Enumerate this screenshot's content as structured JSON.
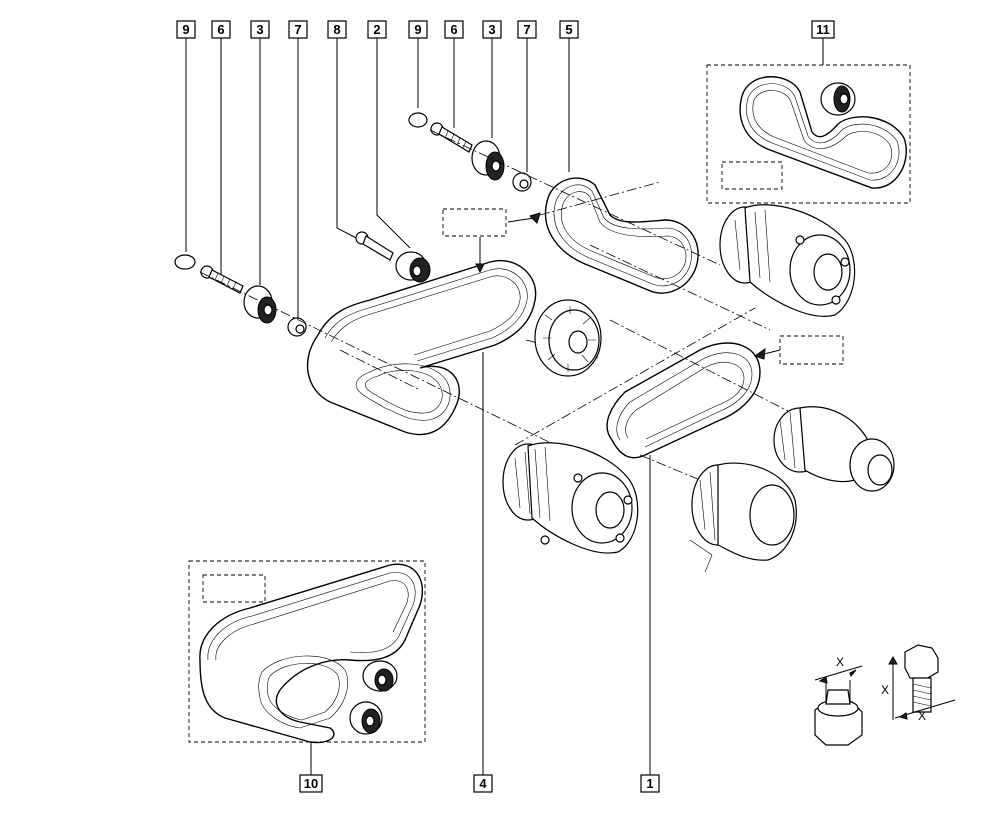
{
  "callouts": {
    "top_row_left": [
      "9",
      "6",
      "3",
      "7",
      "8",
      "2"
    ],
    "top_row_mid": [
      "9",
      "6",
      "3",
      "7",
      "5"
    ],
    "top_right": "11",
    "bottom_left": "10",
    "bottom_mid": "4",
    "bottom_right": "1"
  },
  "dimension_label": "X"
}
